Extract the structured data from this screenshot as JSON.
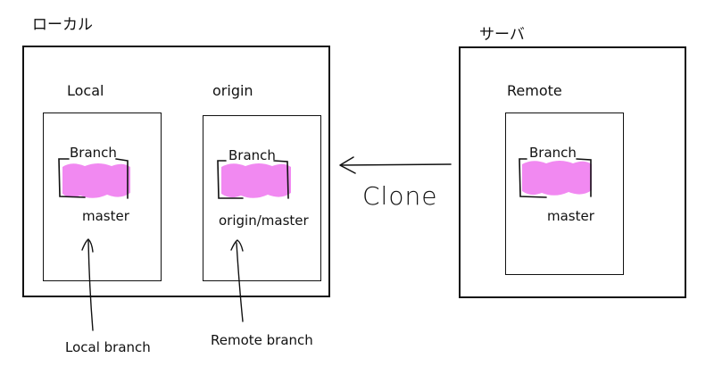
{
  "local_section": {
    "title": "ローカル",
    "local_repo": {
      "title": "Local",
      "branch_label": "Branch",
      "branch_name": "master"
    },
    "origin_repo": {
      "title": "origin",
      "branch_label": "Branch",
      "branch_name": "origin/master"
    }
  },
  "server_section": {
    "title": "サーバ",
    "remote_repo": {
      "title": "Remote",
      "branch_label": "Branch",
      "branch_name": "master"
    }
  },
  "clone_label": "Clone",
  "annotations": {
    "local_branch": "Local branch",
    "remote_branch": "Remote branch"
  },
  "colors": {
    "highlight": "#f07cf0",
    "stroke": "#111111"
  }
}
